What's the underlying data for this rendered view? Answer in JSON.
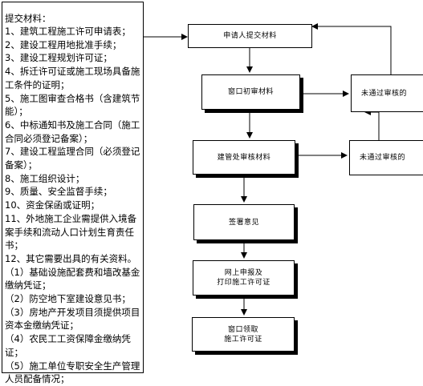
{
  "materials": {
    "title": "提交材料：",
    "items": [
      "1、建筑工程施工许可申请表；",
      "2、建设工程用地批准手续；",
      "3、建设工程规划许可证；",
      "4、拆迁许可证或施工现场具备施工条件的证明；",
      "5、施工图审查合格书（含建筑节能）；",
      "6、中标通知书及施工合同（施工合同必须登记备案）；",
      "7、建设工程监理合同（必须登记备案）；",
      "8、施工组织设计；",
      "9、质量、安全监督手续；",
      "10、资金保函或证明；",
      "11、外地施工企业需提供入境备案手续和流动人口计划生育责任书；",
      "12、其它需要出具的有关资料。",
      "（1）基础设施配套费和墙改基金缴纳凭证；",
      "（2）防空地下室建设意见书；",
      "（3）房地产开发项目须提供项目资本金缴纳凭证；",
      "（4）农民工工资保障金缴纳凭证；",
      "（5）施工单位专职安全生产管理人员配备情况；"
    ]
  },
  "flow": {
    "applicant": "申请人提交材料",
    "window_review": "窗口初审材料",
    "reject_1": "未通过审核的",
    "dept_review": "建管处审核材料",
    "reject_2": "未通过审核的",
    "sign": "签署意见",
    "online_line1": "网上申报及",
    "online_line2": "打印施工许可证",
    "pickup_line1": "窗口领取",
    "pickup_line2": "施工许可证"
  }
}
